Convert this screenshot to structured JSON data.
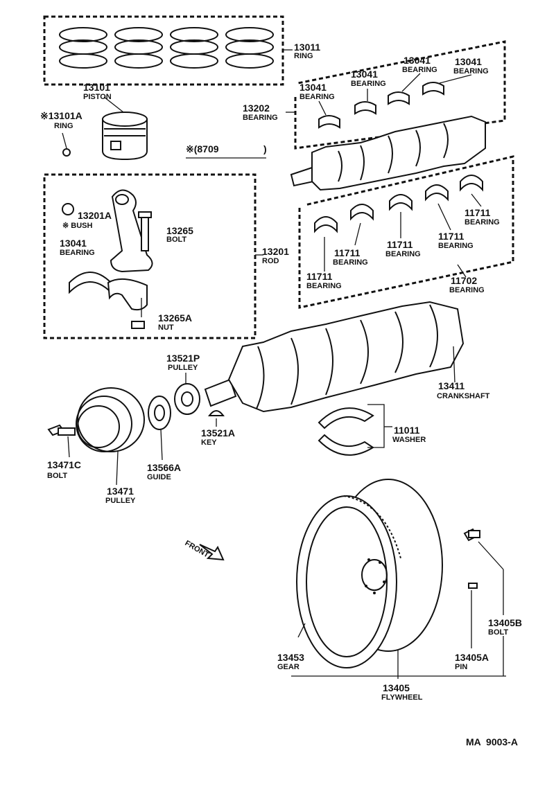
{
  "callouts": {
    "ring_13011": {
      "number": "13011",
      "label": "RING"
    },
    "piston_13101": {
      "number": "13101",
      "label": "PISTON"
    },
    "ring_13101a": {
      "number": "※13101A",
      "label": "RING"
    },
    "bearing_13202": {
      "number": "13202",
      "label": "BEARING"
    },
    "bearing_13041_a": {
      "number": "13041",
      "label": "BEARING"
    },
    "bearing_13041_b": {
      "number": "13041",
      "label": "BEARING"
    },
    "bearing_13041_c": {
      "number": "13041",
      "label": "BEARING"
    },
    "bearing_13041_d": {
      "number": "13041",
      "label": "BEARING"
    },
    "note_8709": {
      "number": "※(8709",
      "label": ")"
    },
    "bush_13201a": {
      "number": "13201A",
      "label": "※ BUSH"
    },
    "bolt_13265": {
      "number": "13265",
      "label": "BOLT"
    },
    "bearing_13041_rod": {
      "number": "13041",
      "label": "BEARING"
    },
    "rod_13201": {
      "number": "13201",
      "label": "ROD"
    },
    "nut_13265a": {
      "number": "13265A",
      "label": "NUT"
    },
    "bearing_11711_a": {
      "number": "11711",
      "label": "BEARING"
    },
    "bearing_11711_b": {
      "number": "11711",
      "label": "BEARING"
    },
    "bearing_11711_c": {
      "number": "11711",
      "label": "BEARING"
    },
    "bearing_11711_d": {
      "number": "11711",
      "label": "BEARING"
    },
    "bearing_11711_e": {
      "number": "11711",
      "label": "BEARING"
    },
    "bearing_11702": {
      "number": "11702",
      "label": "BEARING"
    },
    "pulley_13521p": {
      "number": "13521P",
      "label": "PULLEY"
    },
    "crankshaft_13411": {
      "number": "13411",
      "label": "CRANKSHAFT"
    },
    "washer_11011": {
      "number": "11011",
      "label": "WASHER"
    },
    "bolt_13471c": {
      "number": "13471C",
      "label": "BOLT"
    },
    "guide_13566a": {
      "number": "13566A",
      "label": "GUIDE"
    },
    "key_13521a": {
      "number": "13521A",
      "label": "KEY"
    },
    "pulley_13471": {
      "number": "13471",
      "label": "PULLEY"
    },
    "bolt_13405b": {
      "number": "13405B",
      "label": "BOLT"
    },
    "gear_13453": {
      "number": "13453",
      "label": "GEAR"
    },
    "pin_13405a": {
      "number": "13405A",
      "label": "PIN"
    },
    "flywheel_13405": {
      "number": "13405",
      "label": "FLYWHEEL"
    }
  },
  "front_label": "FRONT",
  "figure_code": "MA  9003-A"
}
